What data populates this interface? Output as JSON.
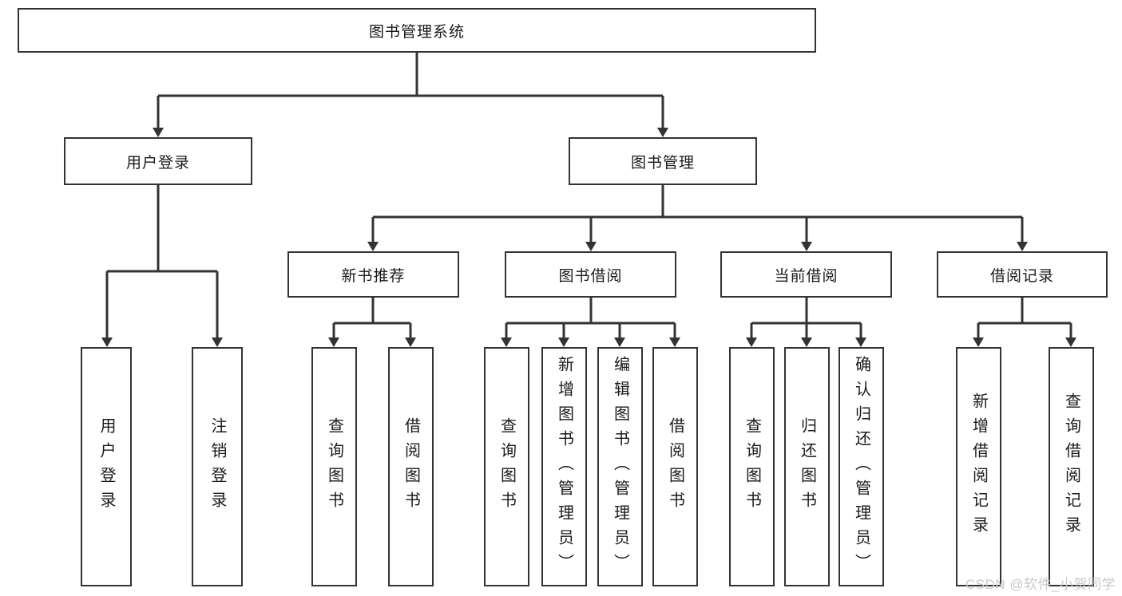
{
  "diagram": {
    "root": "图书管理系统",
    "branches": [
      {
        "label": "用户登录",
        "leaves": [
          "用户登录",
          "注销登录"
        ]
      },
      {
        "label": "图书管理",
        "groups": [
          {
            "label": "新书推荐",
            "leaves": [
              "查询图书",
              "借阅图书"
            ]
          },
          {
            "label": "图书借阅",
            "leaves": [
              "查询图书",
              "新增图书（管理员）",
              "编辑图书（管理员）",
              "借阅图书"
            ]
          },
          {
            "label": "当前借阅",
            "leaves": [
              "查询图书",
              "归还图书",
              "确认归还（管理员）"
            ]
          },
          {
            "label": "借阅记录",
            "leaves": [
              "新增借阅记录",
              "查询借阅记录"
            ]
          }
        ]
      }
    ]
  },
  "watermark": {
    "text": "CSDN @软件_小贺同学"
  },
  "colors": {
    "line": "#333333",
    "text": "#1a1a1a",
    "watermark": "#c9c9c9"
  }
}
